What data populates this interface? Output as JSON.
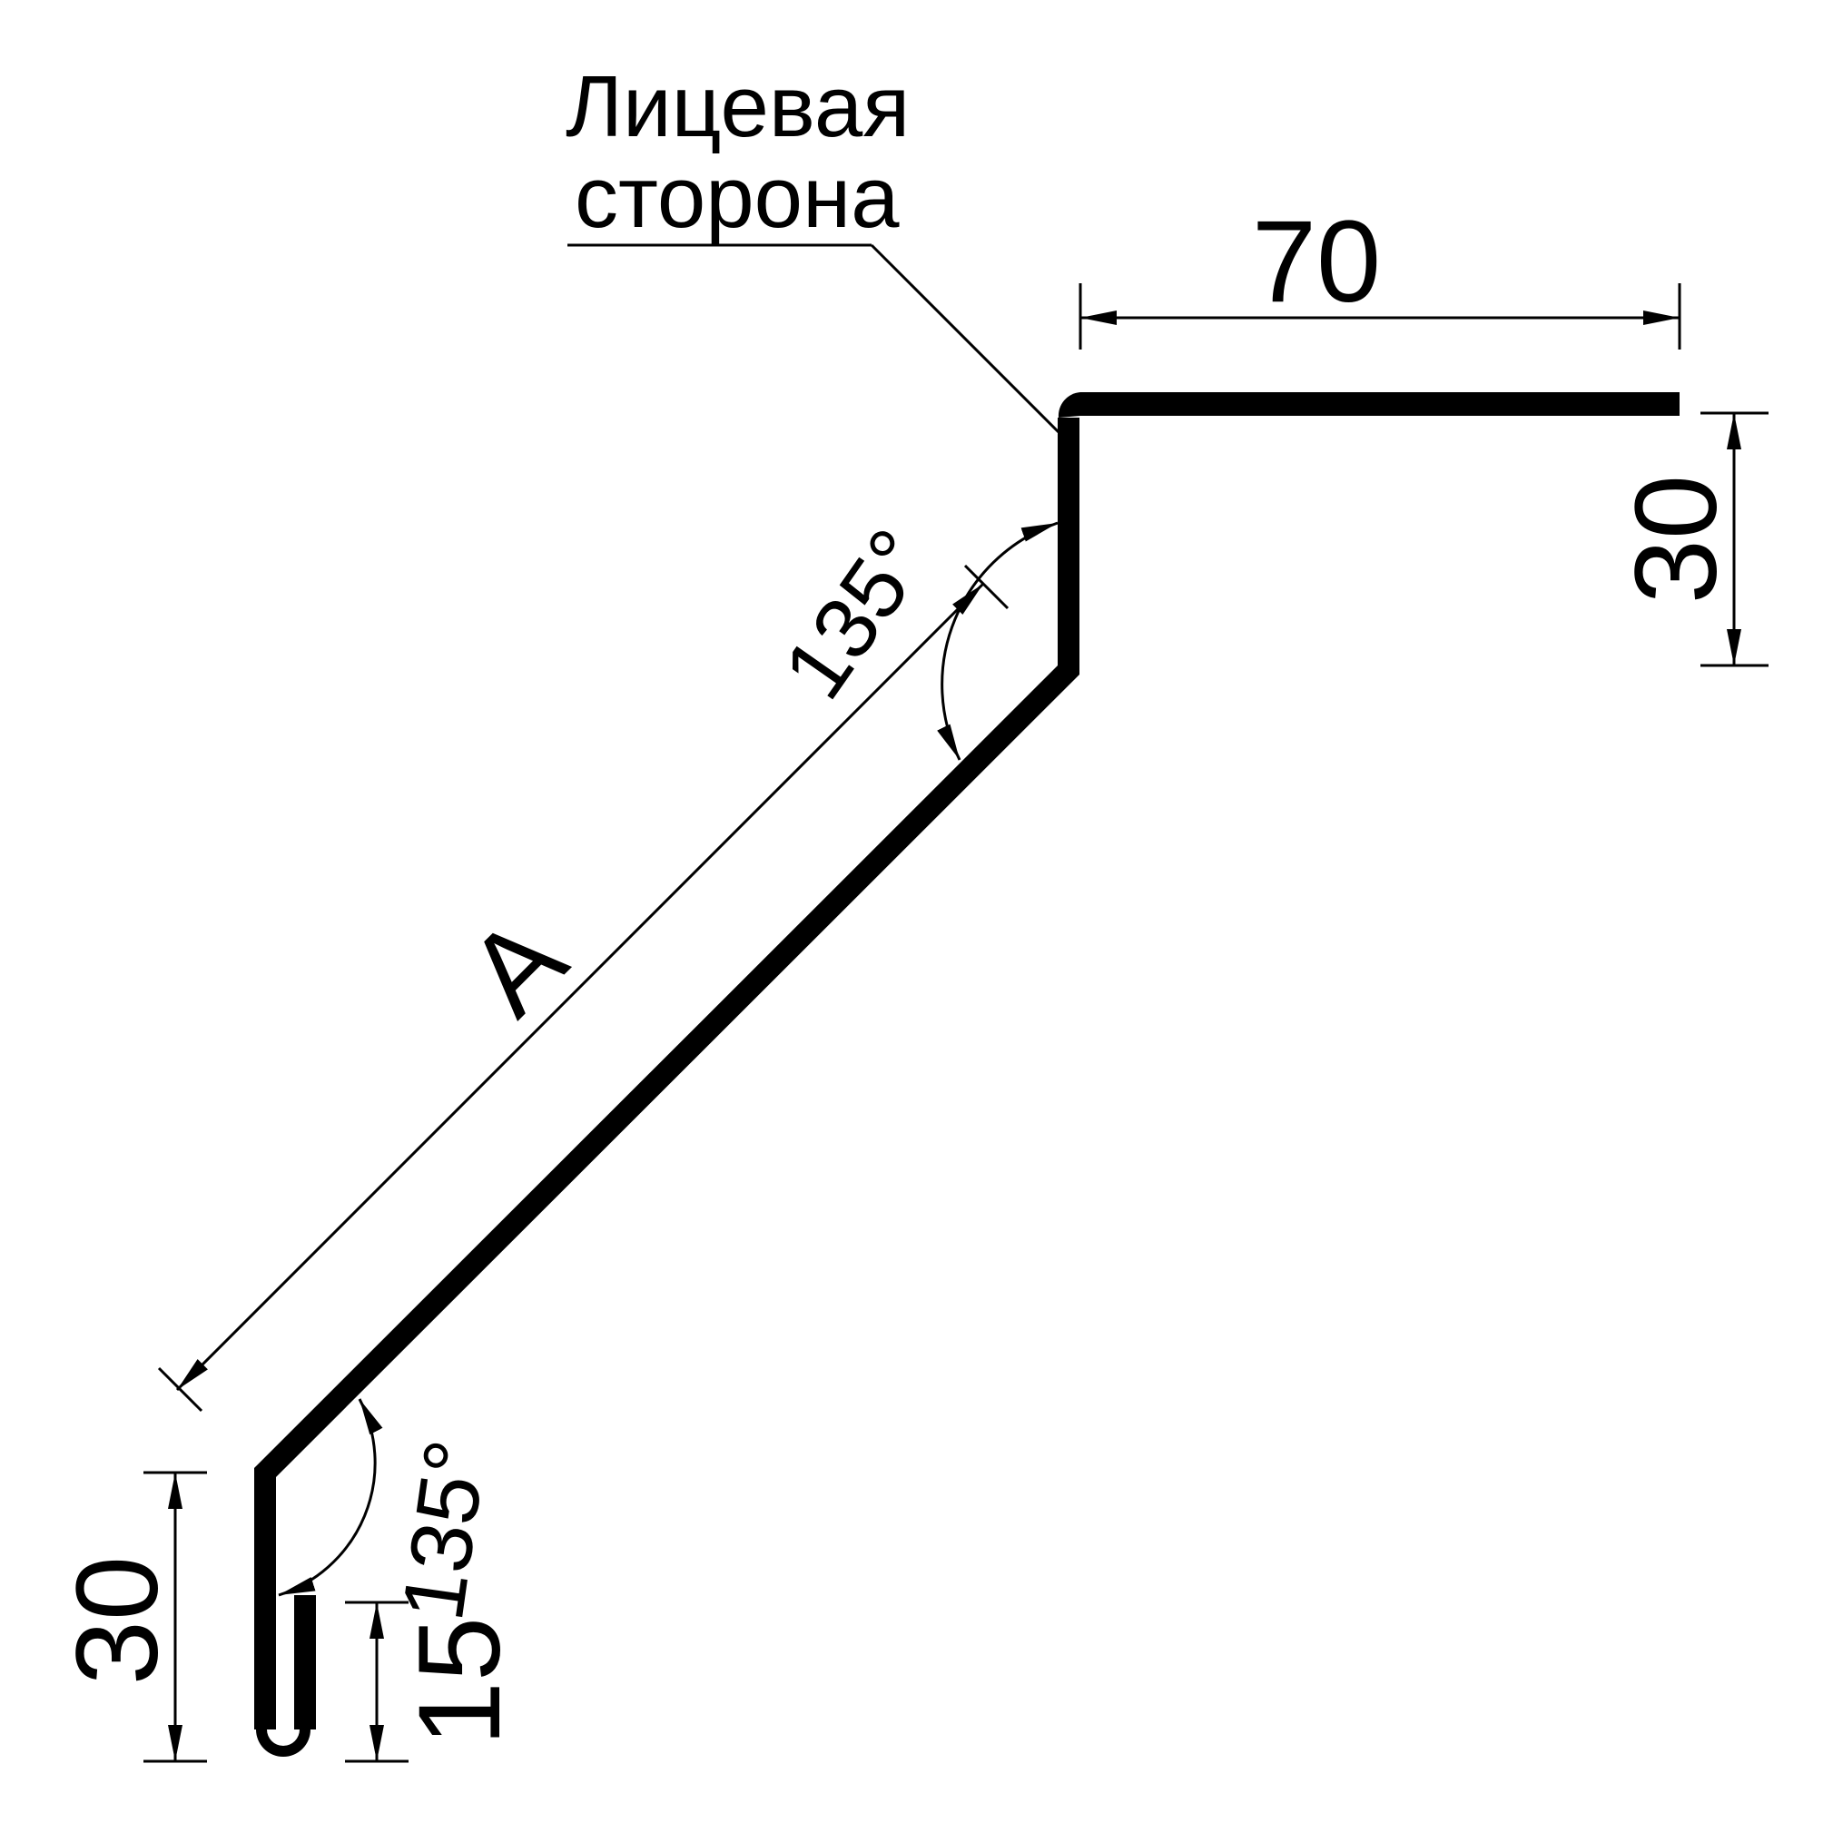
{
  "labels": {
    "face_side_line1": "Лицевая",
    "face_side_line2": "сторона",
    "dim_top_width": "70",
    "dim_right_height": "30",
    "dim_left_height": "30",
    "dim_hem": "15",
    "dim_slope": "A",
    "angle_top": "135°",
    "angle_bottom": "135°"
  },
  "colors": {
    "line": "#000000",
    "background": "#ffffff"
  }
}
